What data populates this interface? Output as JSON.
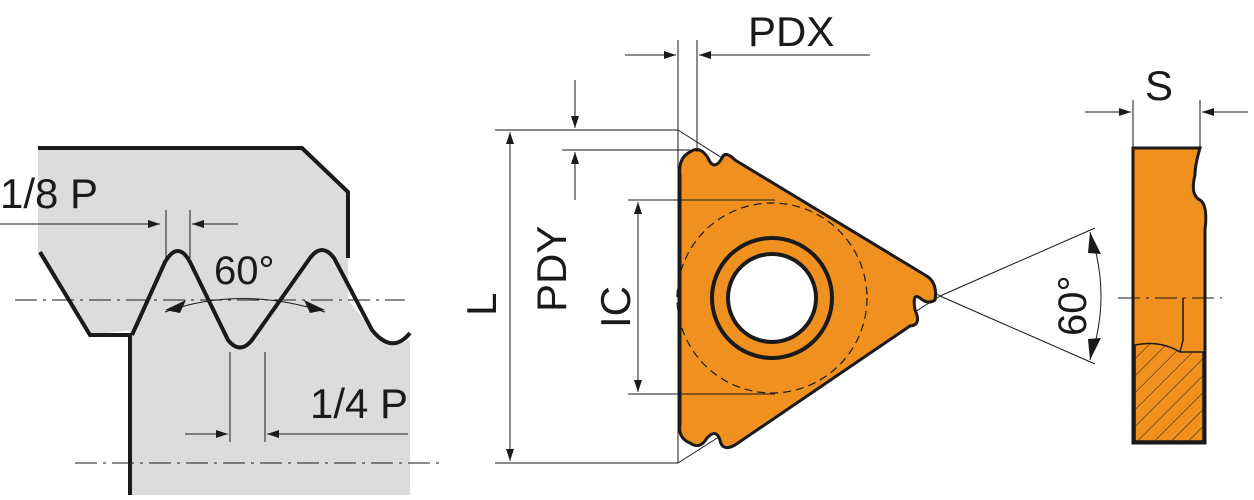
{
  "colors": {
    "insert_fill": "#F0901E",
    "insert_stroke": "#1a1a1a",
    "workpiece_fill": "#DCDCDC",
    "line": "#1a1a1a",
    "background": "#ffffff"
  },
  "labels": {
    "eighth_p": "1/8 P",
    "quarter_p": "1/4 P",
    "thread_angle": "60°",
    "pdx": "PDX",
    "pdy": "PDY",
    "ic": "IC",
    "l": "L",
    "s": "S",
    "insert_angle": "60°"
  }
}
